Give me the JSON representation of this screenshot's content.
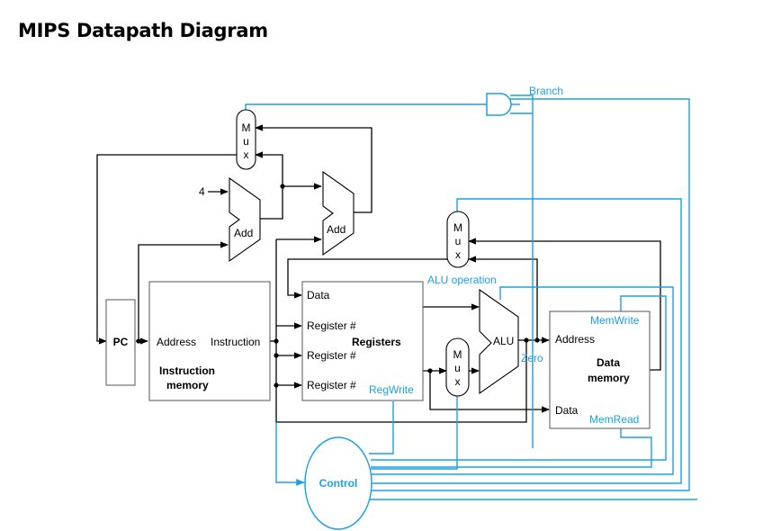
{
  "title": "MIPS Datapath Diagram",
  "colors": {
    "wire": "#000000",
    "control": "#1ba1e2",
    "box_border": "#555555"
  },
  "labels": {
    "branch": "Branch",
    "alu_operation": "ALU operation",
    "mem_write": "MemWrite",
    "mem_read": "MemRead",
    "reg_write": "RegWrite",
    "zero": "Zero",
    "control": "Control",
    "four": "4"
  },
  "blocks": {
    "pc": "PC",
    "instr_mem": {
      "address": "Address",
      "instruction": "Instruction",
      "name_line1": "Instruction",
      "name_line2": "memory"
    },
    "registers": {
      "data": "Data",
      "reg1": "Register #",
      "reg2": "Register #",
      "reg3": "Register #",
      "name": "Registers"
    },
    "data_mem": {
      "address": "Address",
      "data": "Data",
      "name_line1": "Data",
      "name_line2": "memory"
    },
    "adder": "Add",
    "alu": "ALU",
    "mux": [
      "M",
      "u",
      "x"
    ]
  }
}
